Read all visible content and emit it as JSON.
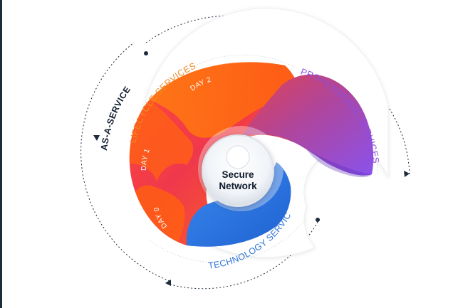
{
  "diagram": {
    "center": {
      "line1": "Secure",
      "line2": "Network"
    },
    "outer_ring": {
      "label": "AS-A-SERVICE",
      "color": "#0f1b2d"
    },
    "segments": {
      "lifecycle": {
        "label": "LIFECYCLE SERVICES",
        "color": "#f28a25"
      },
      "professional": {
        "label": "PROFESSIONAL SERVICES",
        "color": "#8b4fe0"
      },
      "technology": {
        "label": "TECHNOLOGY SERVICES",
        "color": "#2f73d8"
      }
    },
    "days": {
      "day0": "DAY 0",
      "day1": "DAY 1",
      "day2": "DAY 2"
    },
    "palette": {
      "orange": "#ff6a13",
      "red": "#ee3d4f",
      "purple": "#8a52ec",
      "blue": "#2b78e4",
      "dark": "#0f1b2d"
    }
  }
}
